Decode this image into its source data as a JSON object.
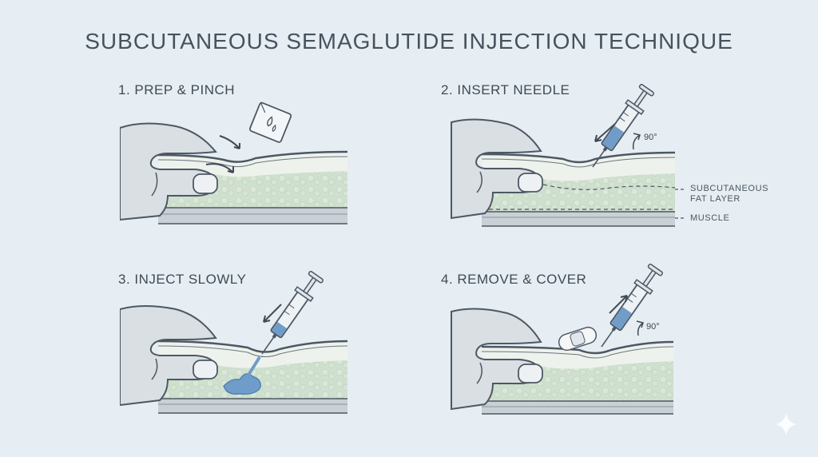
{
  "title": "SUBCUTANEOUS SEMAGLUTIDE INJECTION TECHNIQUE",
  "steps": [
    {
      "label": "1. PREP & PINCH"
    },
    {
      "label": "2. INSERT NEEDLE"
    },
    {
      "label": "3. INJECT SLOWLY"
    },
    {
      "label": "4. REMOVE & COVER"
    }
  ],
  "angle_label": "90°",
  "layers": {
    "fat": "SUBCUTANEOUS FAT LAYER",
    "fat_line1": "SUBCUTANEOUS",
    "fat_line2": "FAT LAYER",
    "muscle": "MUSCLE"
  },
  "colors": {
    "background": "#e6eef3",
    "skin": "#eef2ec",
    "fat": "#cfe0cf",
    "muscle": "#c9d0d6",
    "outline": "#4d5864",
    "medication": "#6f9cc8"
  },
  "icons": [
    "hand-icon",
    "alcohol-swab-icon",
    "syringe-icon",
    "bandage-icon",
    "sparkle-icon"
  ]
}
